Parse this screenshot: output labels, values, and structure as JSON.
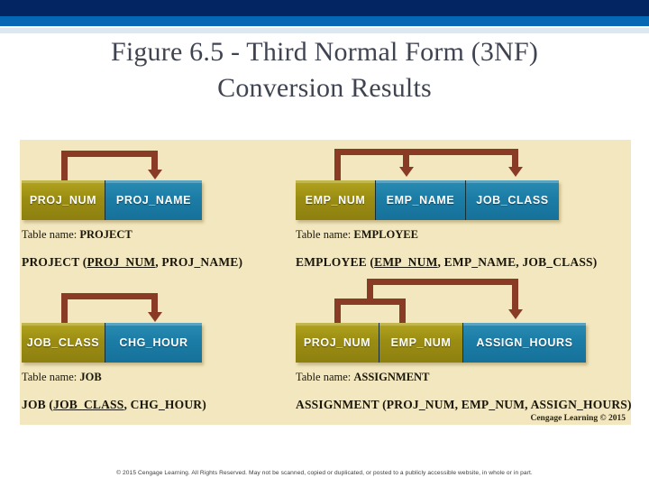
{
  "slide": {
    "title_line1": "Figure 6.5 - Third Normal Form (3NF)",
    "title_line2": "Conversion Results",
    "footer": "© 2015 Cengage Learning. All Rights Reserved. May not be scanned, copied or duplicated, or posted to a publicly accessible website, in whole or in part.",
    "credit": "Cengage Learning © 2015"
  },
  "theme": {
    "bar_navy": "#032561",
    "bar_blue": "#0468b4",
    "bar_pale": "#dbe7f1",
    "figure_bg": "#f2e7bf",
    "pk_color": "#9b8d12",
    "attr_color": "#1b7da6",
    "arrow_color": "#8a3b25",
    "title_color": "#404451"
  },
  "tables": [
    {
      "name": "PROJECT",
      "table_label_prefix": "Table name: ",
      "table_label_name": "PROJECT",
      "relation": "PROJECT  (",
      "relation_pk": "PROJ_NUM",
      "relation_rest": ", PROJ_NAME)",
      "columns": [
        {
          "label": "PROJ_NUM",
          "role": "pk"
        },
        {
          "label": "PROJ_NAME",
          "role": "attribute"
        }
      ]
    },
    {
      "name": "EMPLOYEE",
      "table_label_prefix": "Table name: ",
      "table_label_name": "EMPLOYEE",
      "relation": "EMPLOYEE  (",
      "relation_pk": "EMP_NUM",
      "relation_rest": ", EMP_NAME, JOB_CLASS)",
      "columns": [
        {
          "label": "EMP_NUM",
          "role": "pk"
        },
        {
          "label": "EMP_NAME",
          "role": "attribute"
        },
        {
          "label": "JOB_CLASS",
          "role": "attribute"
        }
      ]
    },
    {
      "name": "JOB",
      "table_label_prefix": "Table name: ",
      "table_label_name": "JOB",
      "relation": "JOB  (",
      "relation_pk": "JOB_CLASS",
      "relation_rest": ", CHG_HOUR)",
      "columns": [
        {
          "label": "JOB_CLASS",
          "role": "pk"
        },
        {
          "label": "CHG_HOUR",
          "role": "attribute"
        }
      ]
    },
    {
      "name": "ASSIGNMENT",
      "table_label_prefix": "Table name: ",
      "table_label_name": "ASSIGNMENT",
      "relation": "ASSIGNMENT  (",
      "relation_pk": "PROJ_NUM, EMP_NUM",
      "relation_rest": ", ASSIGN_HOURS)",
      "columns": [
        {
          "label": "PROJ_NUM",
          "role": "pk"
        },
        {
          "label": "EMP_NUM",
          "role": "pk"
        },
        {
          "label": "ASSIGN_HOURS",
          "role": "attribute"
        }
      ]
    }
  ]
}
